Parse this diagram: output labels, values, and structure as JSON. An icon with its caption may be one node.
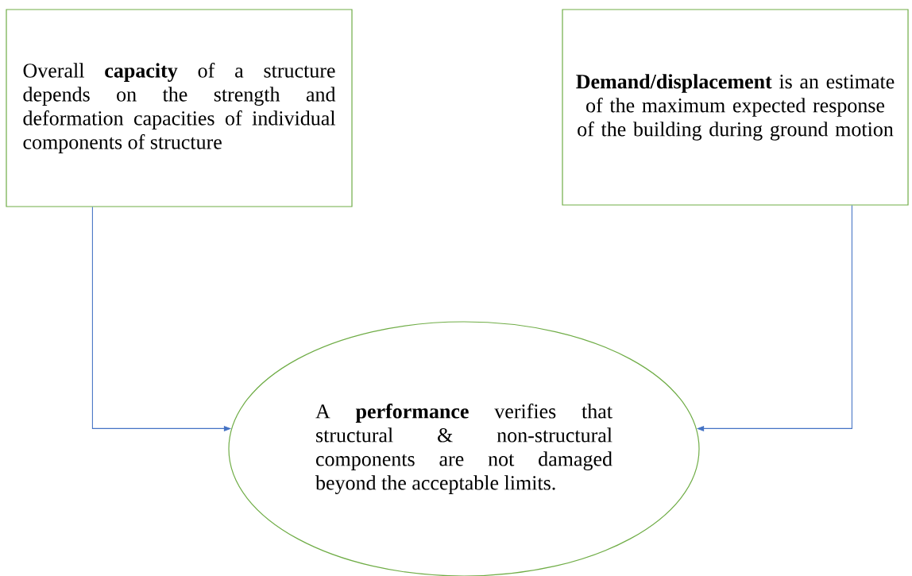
{
  "diagram": {
    "nodes": [
      {
        "text": [
          "Overall **capacity** of a structure depends on the strength and deformation capacities of individual components of structure"
        ]
      },
      {
        "text": [
          "**Demand/displacement** is an estimate of the maximum expected response of the building during ground motion"
        ]
      },
      {
        "text": [
          "A **performance** verifies that structural & non-structural components are not damaged beyond the acceptable limits."
        ]
      }
    ],
    "edges": [
      {
        "from": 0,
        "to": 2,
        "arrow": "to"
      },
      {
        "from": 1,
        "to": 2,
        "arrow": "to"
      }
    ]
  }
}
